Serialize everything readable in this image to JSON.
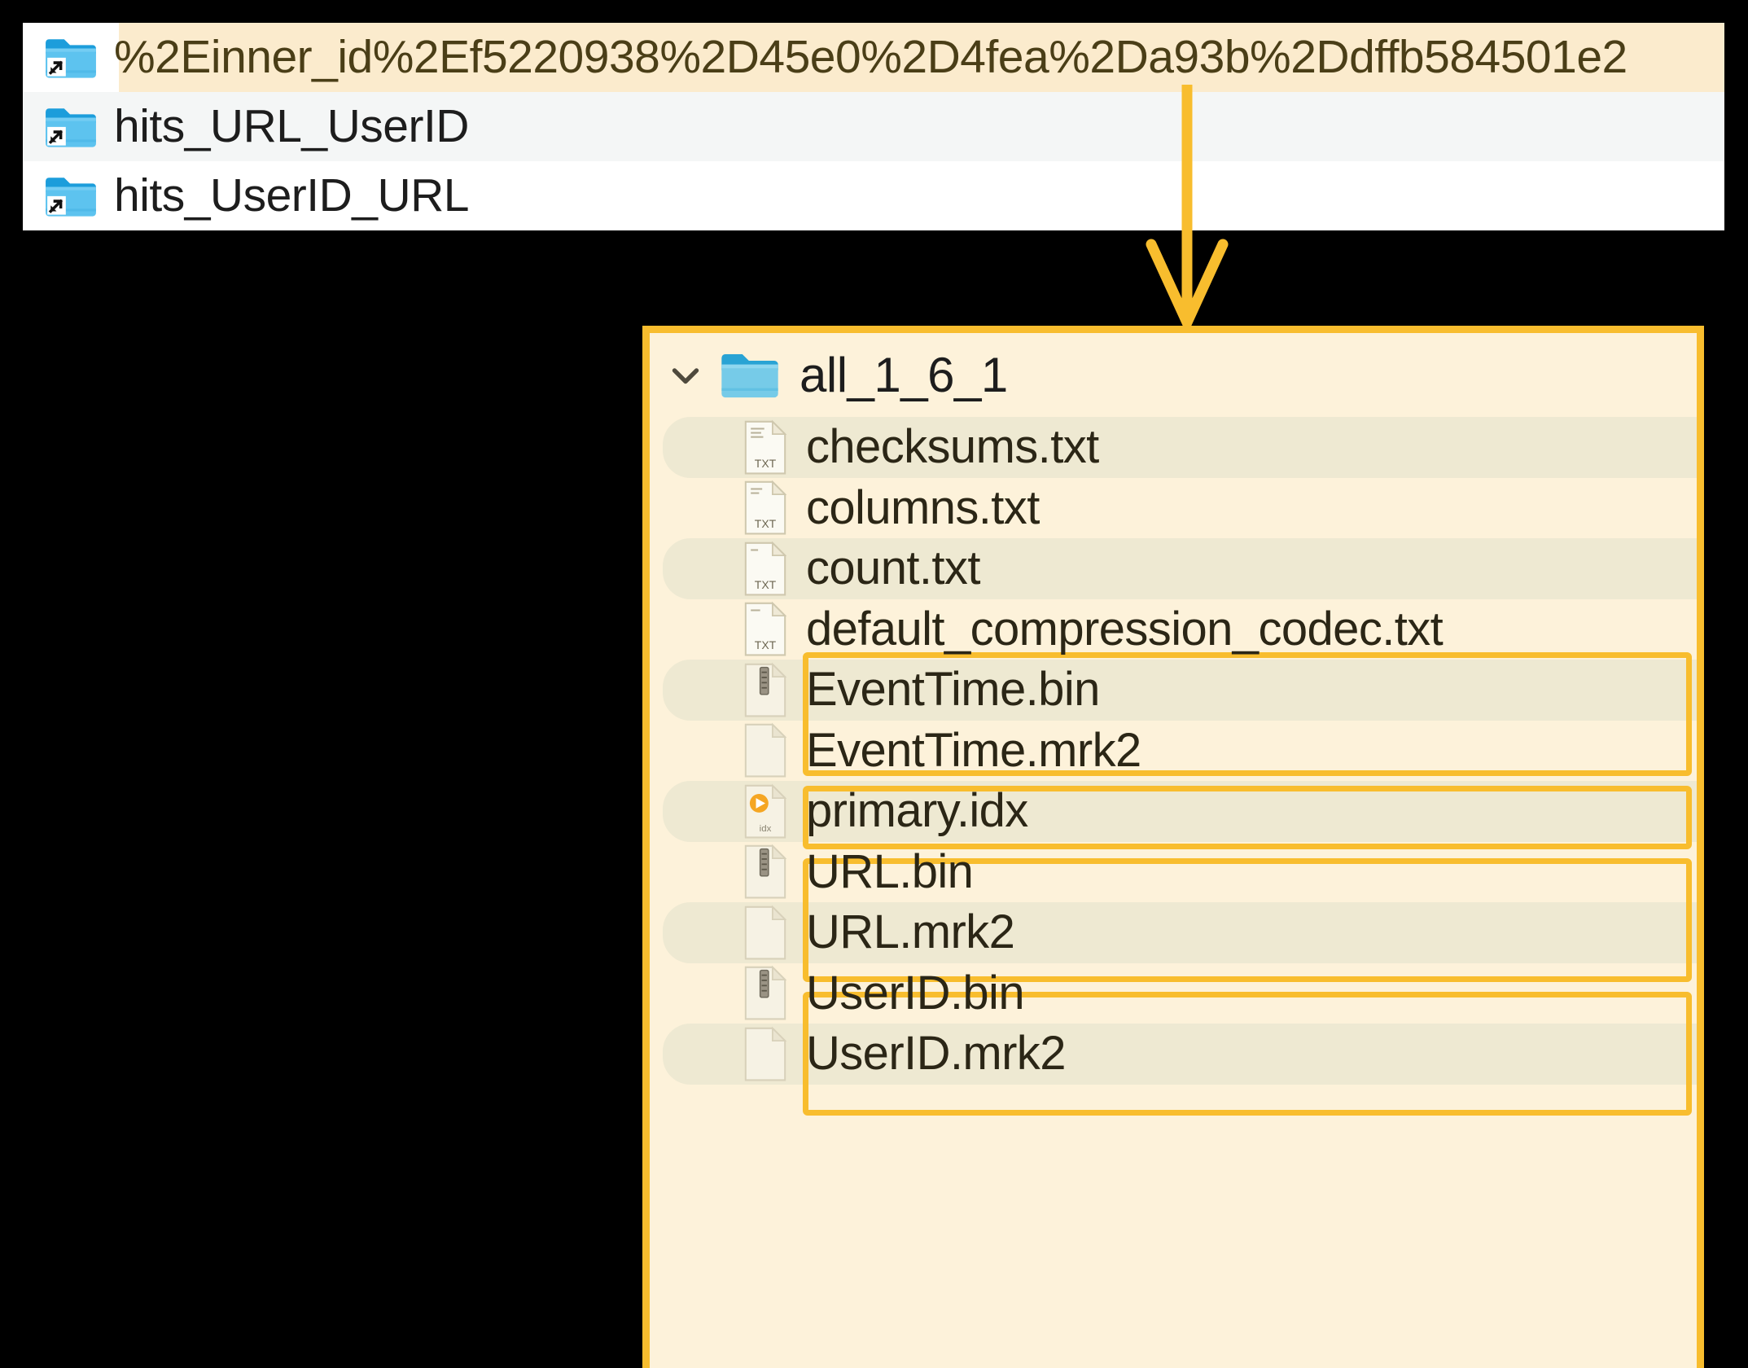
{
  "top_panel": {
    "rows": [
      {
        "label": "%2Einner_id%2Ef5220938%2D45e0%2D4fea%2Da93b%2Ddffb584501e2",
        "icon": "folder-shortcut-icon",
        "highlighted": true
      },
      {
        "label": "hits_URL_UserID",
        "icon": "folder-shortcut-icon",
        "highlighted": false
      },
      {
        "label": "hits_UserID_URL",
        "icon": "folder-shortcut-icon",
        "highlighted": false
      }
    ]
  },
  "annotation": {
    "arrow": "down-arrow",
    "accent_color": "#f8bd2e"
  },
  "main_panel": {
    "folder": {
      "label": "all_1_6_1",
      "icon": "folder-icon",
      "expander": "chevron-down-icon",
      "expanded": true
    },
    "files": [
      {
        "label": "checksums.txt",
        "icon": "txt-file-icon"
      },
      {
        "label": "columns.txt",
        "icon": "txt-file-icon"
      },
      {
        "label": "count.txt",
        "icon": "txt-file-icon"
      },
      {
        "label": "default_compression_codec.txt",
        "icon": "txt-file-icon"
      },
      {
        "label": "EventTime.bin",
        "icon": "bin-file-icon"
      },
      {
        "label": "EventTime.mrk2",
        "icon": "blank-file-icon"
      },
      {
        "label": "primary.idx",
        "icon": "idx-file-icon"
      },
      {
        "label": "URL.bin",
        "icon": "bin-file-icon"
      },
      {
        "label": "URL.mrk2",
        "icon": "blank-file-icon"
      },
      {
        "label": "UserID.bin",
        "icon": "bin-file-icon"
      },
      {
        "label": "UserID.mrk2",
        "icon": "blank-file-icon"
      }
    ],
    "highlight_groups": [
      {
        "from": "EventTime.bin",
        "to": "EventTime.mrk2"
      },
      {
        "from": "primary.idx",
        "to": "primary.idx"
      },
      {
        "from": "URL.bin",
        "to": "URL.mrk2"
      },
      {
        "from": "UserID.bin",
        "to": "UserID.mrk2"
      }
    ],
    "colors": {
      "panel_background": "#fdf2da",
      "row_stripe": "#eee9d2",
      "border": "#f8bd2e"
    }
  },
  "icon_glyphs": {
    "txt_badge": "TXT",
    "idx_badge": "idx"
  }
}
